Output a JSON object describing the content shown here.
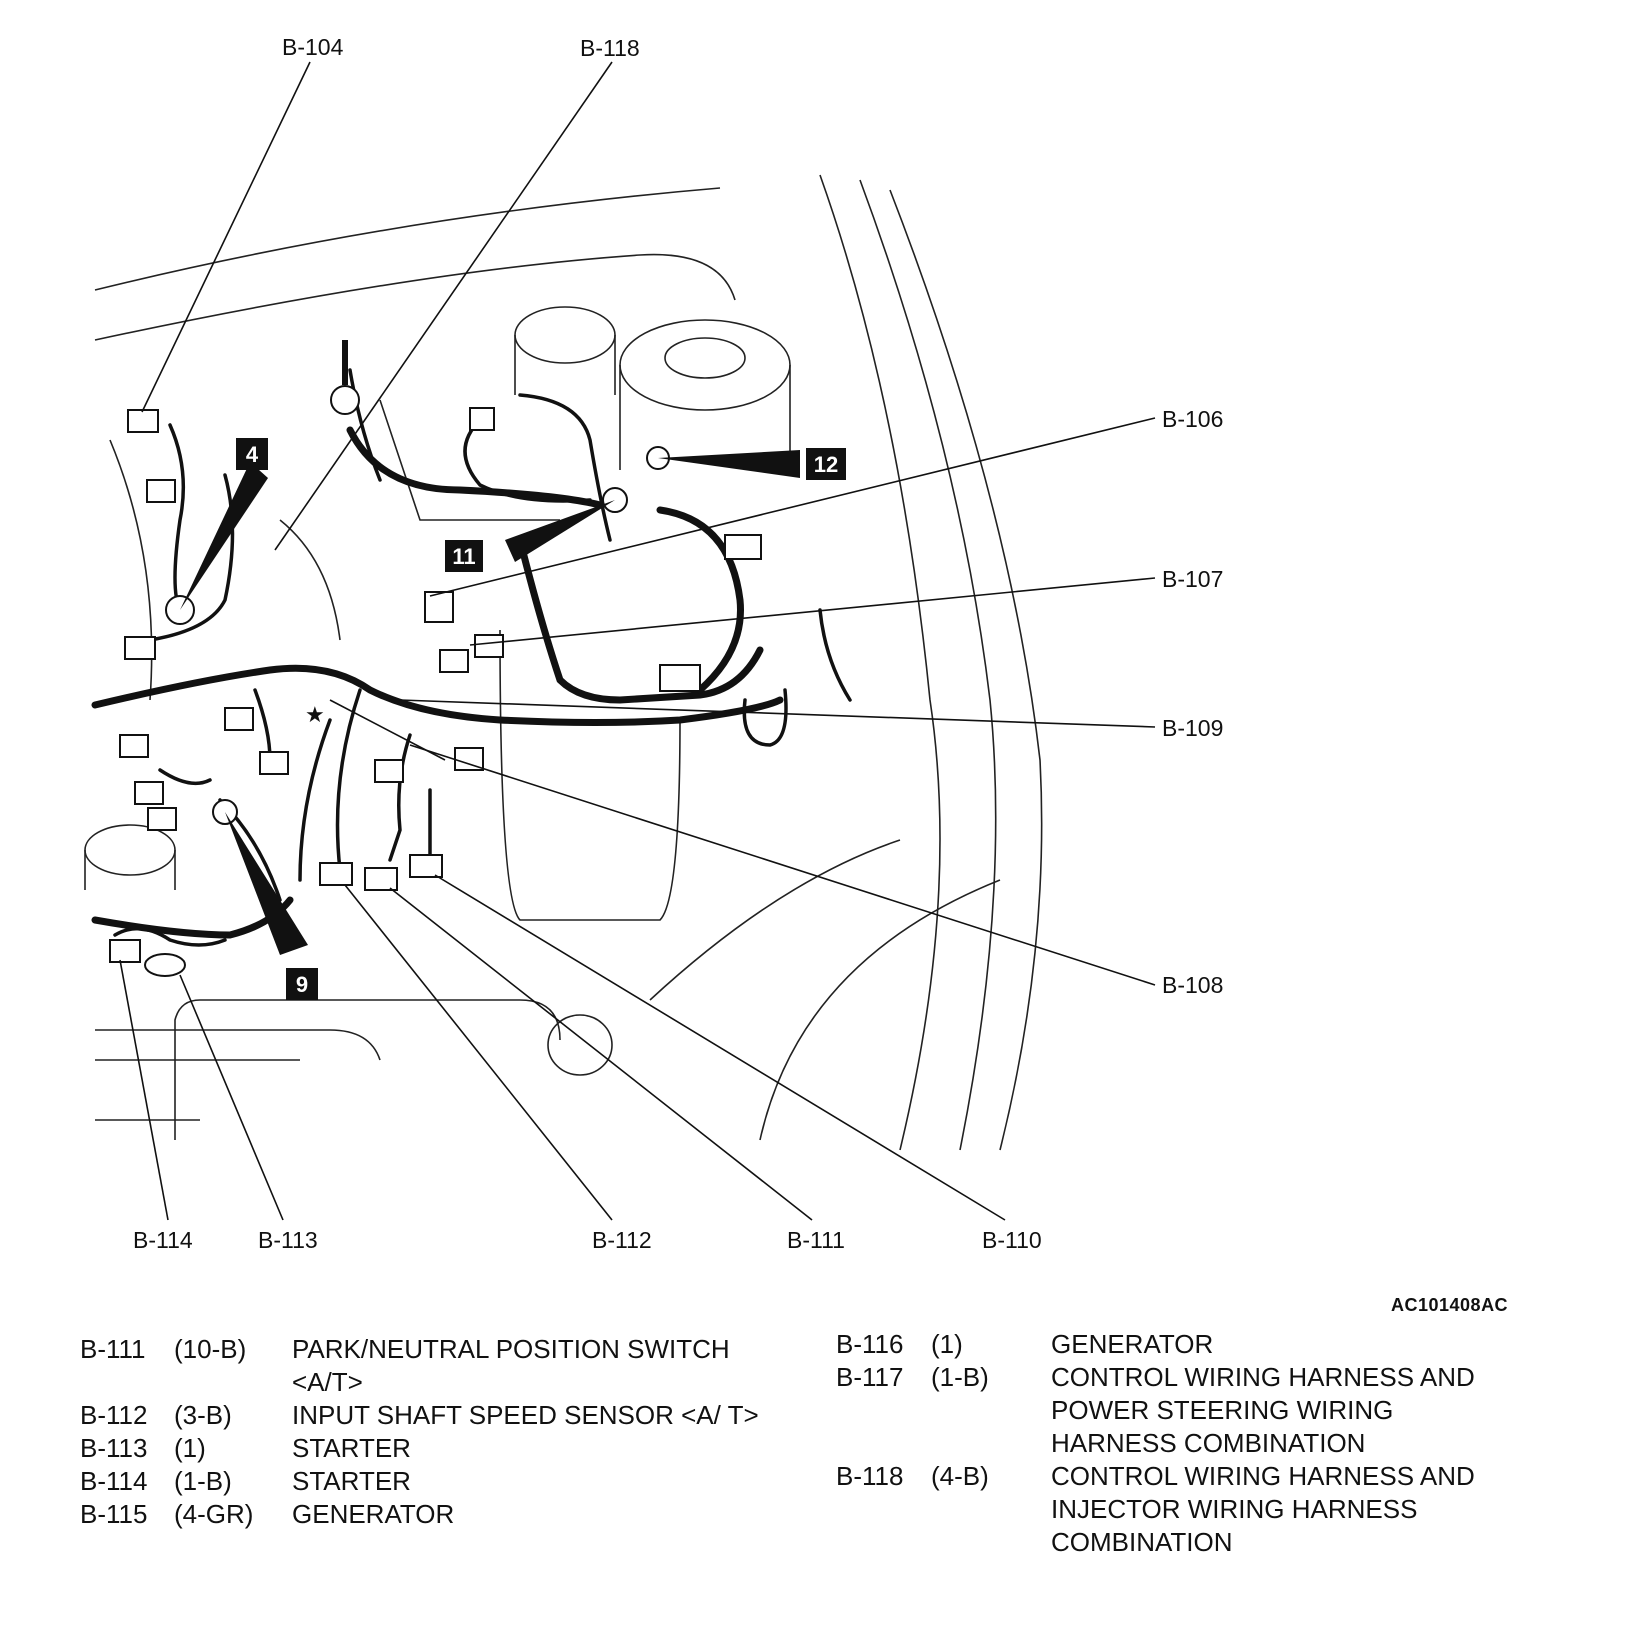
{
  "figure_code": "AC101408AC",
  "callouts": {
    "b104": "B-104",
    "b118": "B-118",
    "b106": "B-106",
    "b107": "B-107",
    "b109": "B-109",
    "b108": "B-108",
    "b114": "B-114",
    "b113": "B-113",
    "b112": "B-112",
    "b111": "B-111",
    "b110": "B-110"
  },
  "badges": {
    "ground4": "4",
    "ground9": "9",
    "ground11": "11",
    "ground12": "12"
  },
  "legend_left": [
    {
      "id": "B-111",
      "pin": "(10-B)",
      "desc": "PARK/NEUTRAL POSITION SWITCH <A/T>"
    },
    {
      "id": "B-112",
      "pin": "(3-B)",
      "desc": "INPUT SHAFT SPEED SENSOR <A/ T>"
    },
    {
      "id": "B-113",
      "pin": "(1)",
      "desc": "STARTER"
    },
    {
      "id": "B-114",
      "pin": "(1-B)",
      "desc": "STARTER"
    },
    {
      "id": "B-115",
      "pin": "(4-GR)",
      "desc": "GENERATOR"
    }
  ],
  "legend_right": [
    {
      "id": "B-116",
      "pin": "(1)",
      "desc": "GENERATOR"
    },
    {
      "id": "B-117",
      "pin": "(1-B)",
      "desc": "CONTROL WIRING HARNESS AND POWER STEERING WIRING HARNESS COMBINATION"
    },
    {
      "id": "B-118",
      "pin": "(4-B)",
      "desc": "CONTROL WIRING HARNESS AND INJECTOR WIRING HARNESS COMBINATION"
    }
  ]
}
